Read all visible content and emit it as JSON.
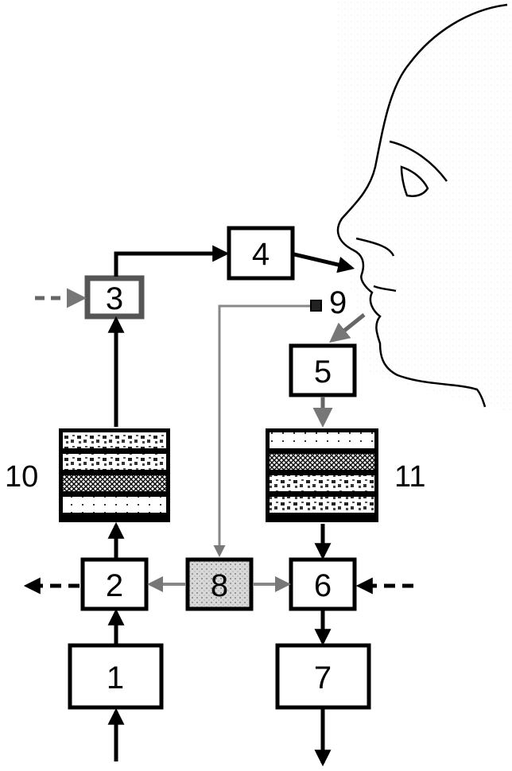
{
  "blocks": {
    "b1": "1",
    "b2": "2",
    "b3": "3",
    "b4": "4",
    "b5": "5",
    "b6": "6",
    "b7": "7",
    "b8": "8",
    "b9": "9"
  },
  "filters": {
    "f10": "10",
    "f11": "11"
  }
}
